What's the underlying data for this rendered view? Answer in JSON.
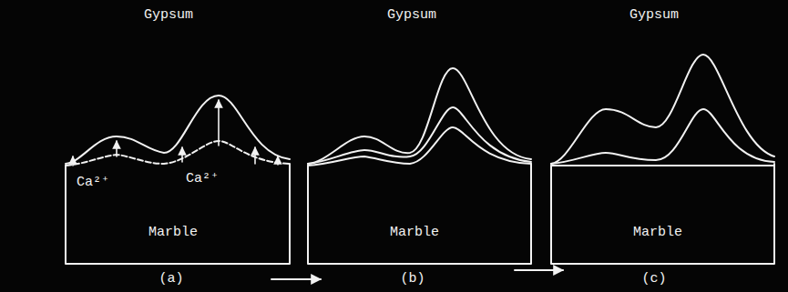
{
  "diagram": {
    "labels": [
      "Gypsum",
      "Ca²⁺",
      "Ca²⁺",
      "Marble",
      "(a)",
      "Gypsum",
      "Marble",
      "(b)",
      "Gypsum",
      "Marble",
      "(c)"
    ]
  }
}
